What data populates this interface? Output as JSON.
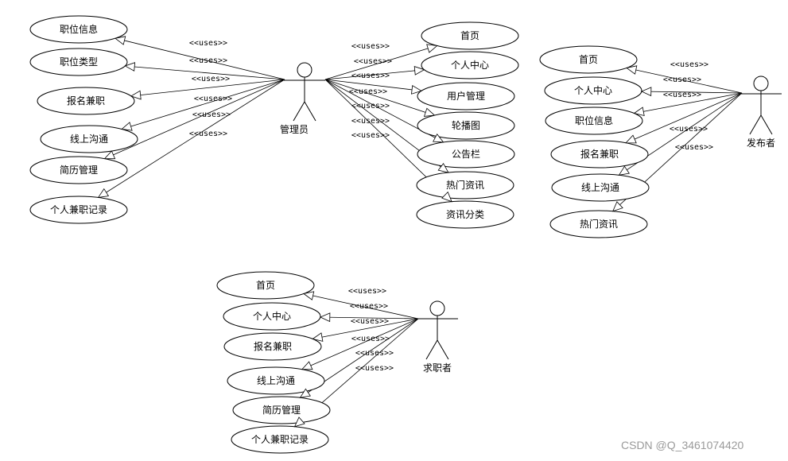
{
  "watermark": "CSDN @Q_3461074420",
  "colors": {
    "stroke": "#000000",
    "fill": "#ffffff",
    "watermark": "#9a9a9a"
  },
  "diagrams": [
    {
      "actor": "管理员",
      "left_use_cases": [
        "职位信息",
        "职位类型",
        "报名兼职",
        "线上沟通",
        "简历管理",
        "个人兼职记录"
      ],
      "right_use_cases": [
        "首页",
        "个人中心",
        "用户管理",
        "轮播图",
        "公告栏",
        "热门资讯",
        "资讯分类"
      ],
      "relation_label": "<<uses>>"
    },
    {
      "actor": "发布者",
      "left_use_cases": [
        "首页",
        "个人中心",
        "职位信息",
        "报名兼职",
        "线上沟通",
        "热门资讯"
      ],
      "relation_label": "<<uses>>"
    },
    {
      "actor": "求职者",
      "left_use_cases": [
        "首页",
        "个人中心",
        "报名兼职",
        "线上沟通",
        "简历管理",
        "个人兼职记录"
      ],
      "relation_label": "<<uses>>"
    }
  ]
}
